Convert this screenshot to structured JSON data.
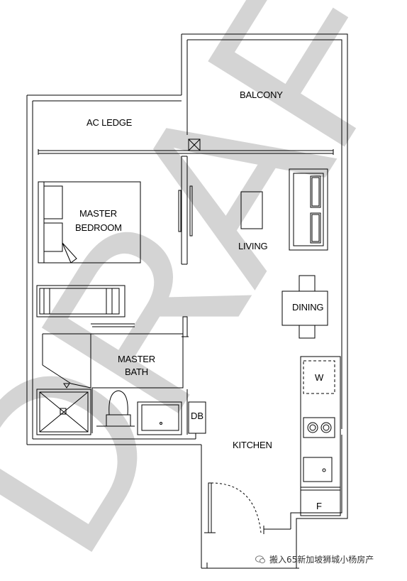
{
  "watermark": "DRAFT",
  "rooms": {
    "balcony": "BALCONY",
    "ac_ledge": "AC LEDGE",
    "master_bedroom_line1": "MASTER",
    "master_bedroom_line2": "BEDROOM",
    "living": "LIVING",
    "dining": "DINING",
    "master_bath_line1": "MASTER",
    "master_bath_line2": "BATH",
    "db": "DB",
    "kitchen": "KITCHEN",
    "washer": "W",
    "fridge": "F"
  },
  "footer": {
    "text": "搬入65新加坡狮城小杨房产"
  },
  "colors": {
    "line": "#000000",
    "watermark": "#c8c8c8"
  }
}
